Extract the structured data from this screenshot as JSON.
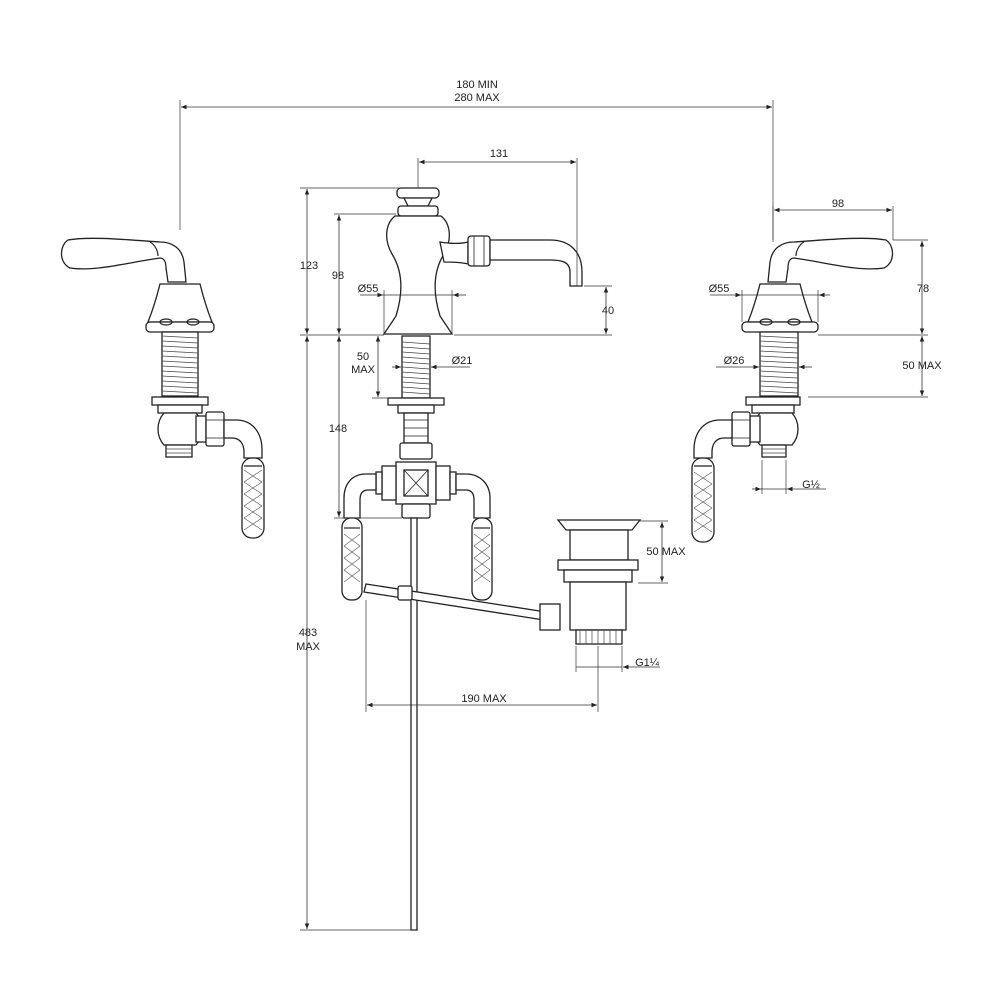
{
  "dimensions": {
    "spread_min": "180 MIN",
    "spread_max": "280 MAX",
    "spout_reach": "131",
    "total_height": "123",
    "body_height": "98",
    "base_dia_center": "Ø55",
    "spout_outlet_height": "40",
    "shank_dia": "Ø21",
    "deck_thickness_center": "50",
    "deck_thickness_center_max": "MAX",
    "shank_length": "148",
    "overall_length": "483",
    "overall_length_max": "MAX",
    "handle_reach": "98",
    "valve_height": "78",
    "base_dia_valve": "Ø55",
    "valve_shank_dia": "Ø26",
    "deck_thickness_valve": "50 MAX",
    "valve_thread": "G½",
    "waste_deck_thickness": "50 MAX",
    "waste_thread": "G1¼",
    "waste_distance": "190 MAX"
  },
  "colors": {
    "line": "#222222",
    "background": "#ffffff"
  }
}
